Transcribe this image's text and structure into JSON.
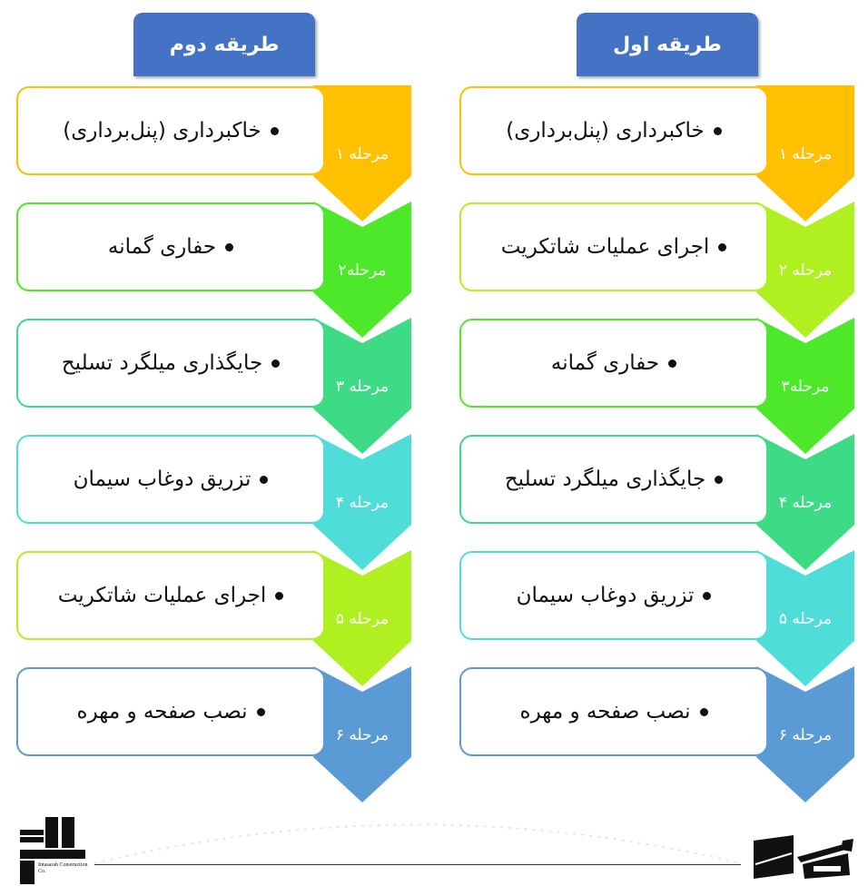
{
  "methods": [
    {
      "title": "طریقه اول",
      "steps": [
        {
          "stage": "مرحله ۱",
          "text": "خاکبرداری (پنل‌برداری)",
          "color": "#FFC000"
        },
        {
          "stage": "مرحله ۲",
          "text": "اجرای عملیات شاتکریت",
          "color": "#B0F020"
        },
        {
          "stage": "مرحله۳",
          "text": "حفاری گمانه",
          "color": "#4EE82A"
        },
        {
          "stage": "مرحله ۴",
          "text": "جایگذاری میلگرد تسلیح",
          "color": "#3EDB86"
        },
        {
          "stage": "مرحله ۵",
          "text": "تزریق دوغاب سیمان",
          "color": "#4EDDD8"
        },
        {
          "stage": "مرحله ۶",
          "text": "نصب صفحه و مهره",
          "color": "#5B9BD5"
        }
      ]
    },
    {
      "title": "طریقه دوم",
      "steps": [
        {
          "stage": "مرحله ۱",
          "text": "خاکبرداری (پنل‌برداری)",
          "color": "#FFC000"
        },
        {
          "stage": "مرحله۲",
          "text": "حفاری گمانه",
          "color": "#4EE82A"
        },
        {
          "stage": "مرحله ۳",
          "text": "جایگذاری میلگرد تسلیح",
          "color": "#3EDB86"
        },
        {
          "stage": "مرحله ۴",
          "text": "تزریق دوغاب سیمان",
          "color": "#4EDDD8"
        },
        {
          "stage": "مرحله ۵",
          "text": "اجرای عملیات شاتکریت",
          "color": "#B0F020"
        },
        {
          "stage": "مرحله ۶",
          "text": "نصب صفحه و مهره",
          "color": "#5B9BD5"
        }
      ]
    }
  ],
  "header_color": "#4472C4",
  "logo_left_text": "Intasarah Construction Co."
}
